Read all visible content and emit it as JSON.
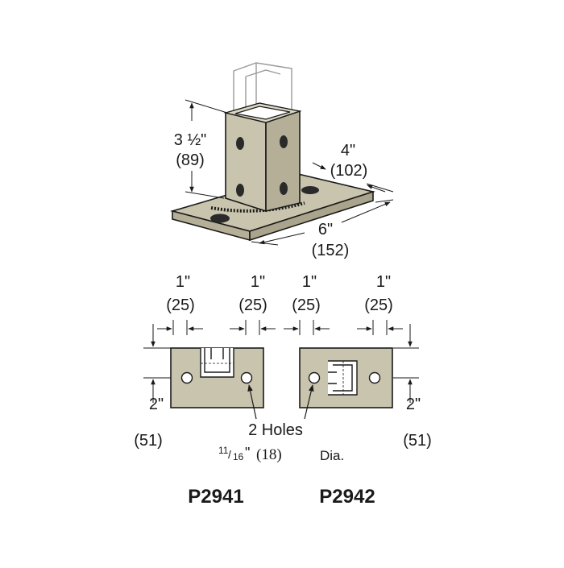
{
  "iso_view": {
    "height_dim": {
      "imperial": "3 ½\"",
      "metric": "(89)"
    },
    "width_dim": {
      "imperial": "4\"",
      "metric": "(102)"
    },
    "length_dim": {
      "imperial": "6\"",
      "metric": "(152)"
    }
  },
  "plan_views": {
    "offset_dims": [
      {
        "imperial": "1\"",
        "metric": "(25)"
      },
      {
        "imperial": "1\"",
        "metric": "(25)"
      },
      {
        "imperial": "1\"",
        "metric": "(25)"
      },
      {
        "imperial": "1\"",
        "metric": "(25)"
      }
    ],
    "left_edge_dim": {
      "imperial": "2\"",
      "metric": "(51)"
    },
    "right_edge_dim": {
      "imperial": "2\"",
      "metric": "(51)"
    },
    "holes_note": {
      "count": "2 Holes",
      "size_num": "11",
      "size_den": "16",
      "size_in": "\"",
      "size_mm": "(18)",
      "dia": "Dia."
    },
    "part_numbers": [
      "P2941",
      "P2942"
    ]
  },
  "colors": {
    "steel": "#c9c4ad",
    "steel_dark": "#a9a48b",
    "line": "#1a1a1a",
    "ghost": "#9a9a9a"
  }
}
